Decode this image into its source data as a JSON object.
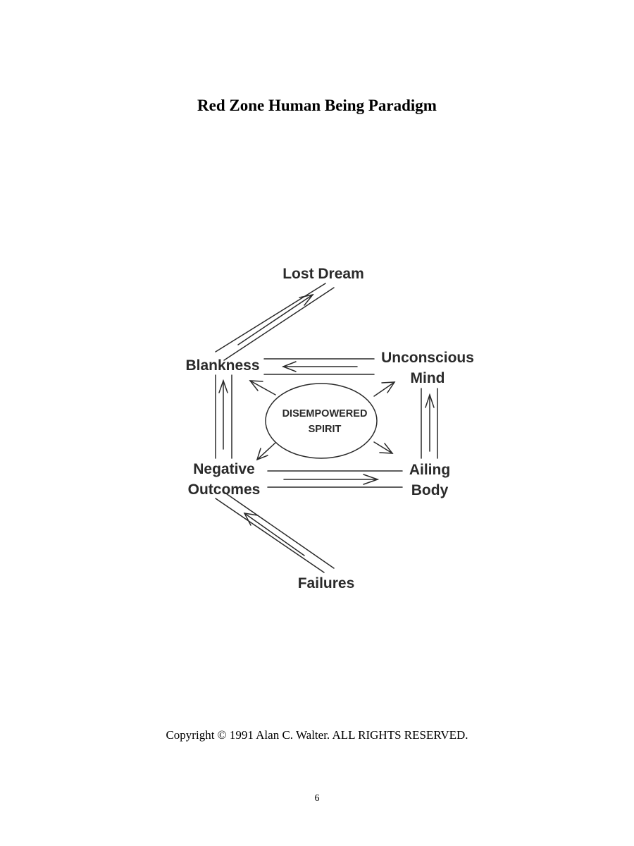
{
  "title": "Red Zone Human Being Paradigm",
  "diagram": {
    "nodes": {
      "lost_dream": "Lost Dream",
      "blankness": "Blankness",
      "unconscious_mind": [
        "Unconscious",
        "Mind"
      ],
      "negative_outcomes": [
        "Negative",
        "Outcomes"
      ],
      "ailing_body": [
        "Ailing",
        "Body"
      ],
      "failures": "Failures"
    },
    "center": [
      "DISEMPOWERED",
      "SPIRIT"
    ],
    "flows": [
      {
        "from": "Unconscious Mind",
        "to": "Blankness"
      },
      {
        "from": "Blankness",
        "to": "Lost Dream"
      },
      {
        "from": "Negative Outcomes",
        "to": "Blankness"
      },
      {
        "from": "Negative Outcomes",
        "to": "Ailing Body"
      },
      {
        "from": "Ailing Body",
        "to": "Unconscious Mind"
      },
      {
        "from": "Failures",
        "to": "Negative Outcomes"
      }
    ]
  },
  "footer": {
    "copyright": "Copyright © 1991 Alan C. Walter. ALL RIGHTS RESERVED.",
    "page_number": "6"
  },
  "colors": {
    "ink": "#2a2a2a",
    "background": "#ffffff"
  }
}
